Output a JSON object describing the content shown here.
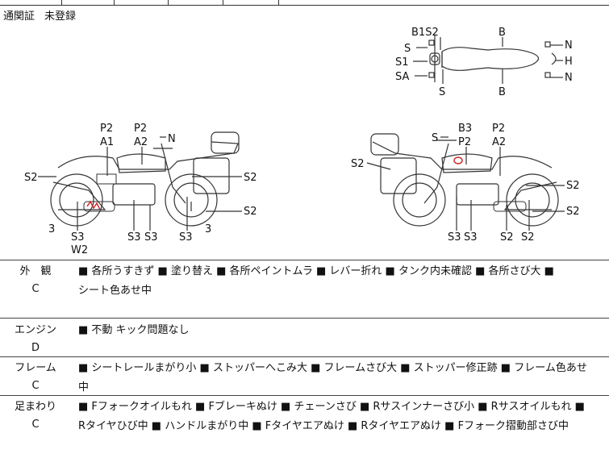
{
  "customs": {
    "label": "通関証",
    "value": "未登録"
  },
  "diagram_labels": {
    "top_b1s2": "B1S2",
    "top_b_up": "B",
    "top_s_l": "S",
    "top_s1": "S1",
    "top_sa": "SA",
    "top_s_down": "S",
    "top_b_down": "B",
    "top_n1": "N",
    "top_h": "H",
    "top_n2": "N",
    "l_p2a": "P2",
    "l_a1": "A1",
    "l_p2b": "P2",
    "l_a2": "A2",
    "l_n": "N",
    "l_s2_left": "S2",
    "l_s2_r1": "S2",
    "l_s2_r2": "S2",
    "l_3a": "3",
    "l_s3a": "S3",
    "l_w2": "W2",
    "l_s3b": "S3",
    "l_s3c": "S3",
    "l_s3d": "S3",
    "l_3b": "3",
    "r_s": "S",
    "r_b3": "B3",
    "r_p2a": "P2",
    "r_p2b": "P2",
    "r_a2": "A2",
    "r_s2_left": "S2",
    "r_s2_r1": "S2",
    "r_s2_r2": "S2",
    "r_s3a": "S3",
    "r_s3b": "S3",
    "r_s2_b1": "S2",
    "r_s2_b2": "S2"
  },
  "rows": [
    {
      "cat": "外　観",
      "grade": "C",
      "line1": "■ 各所うすきず ■ 塗り替え ■ 各所ペイントムラ ■ レバー折れ ■ タンク内未確認 ■ 各所さび大 ■",
      "line2": "シート色あせ中"
    },
    {
      "cat": "エンジン",
      "grade": "D",
      "line1": "■ 不動 キック問題なし",
      "line2": ""
    },
    {
      "cat": "フレーム",
      "grade": "C",
      "line1": "■ シートレールまがり小 ■ ストッパーへこみ大 ■ フレームさび大 ■ ストッパー修正跡 ■ フレーム色あせ",
      "line2": "中"
    },
    {
      "cat": "足まわり",
      "grade": "C",
      "line1": "■ Fフォークオイルもれ ■ Fブレーキぬけ ■ チェーンさび ■ Rサスインナーさび小 ■ Rサスオイルもれ ■",
      "line2": "Rタイヤひび中 ■ ハンドルまがり中 ■ Fタイヤエアぬけ ■ Rタイヤエアぬけ ■ Fフォーク摺動部さび中"
    }
  ]
}
